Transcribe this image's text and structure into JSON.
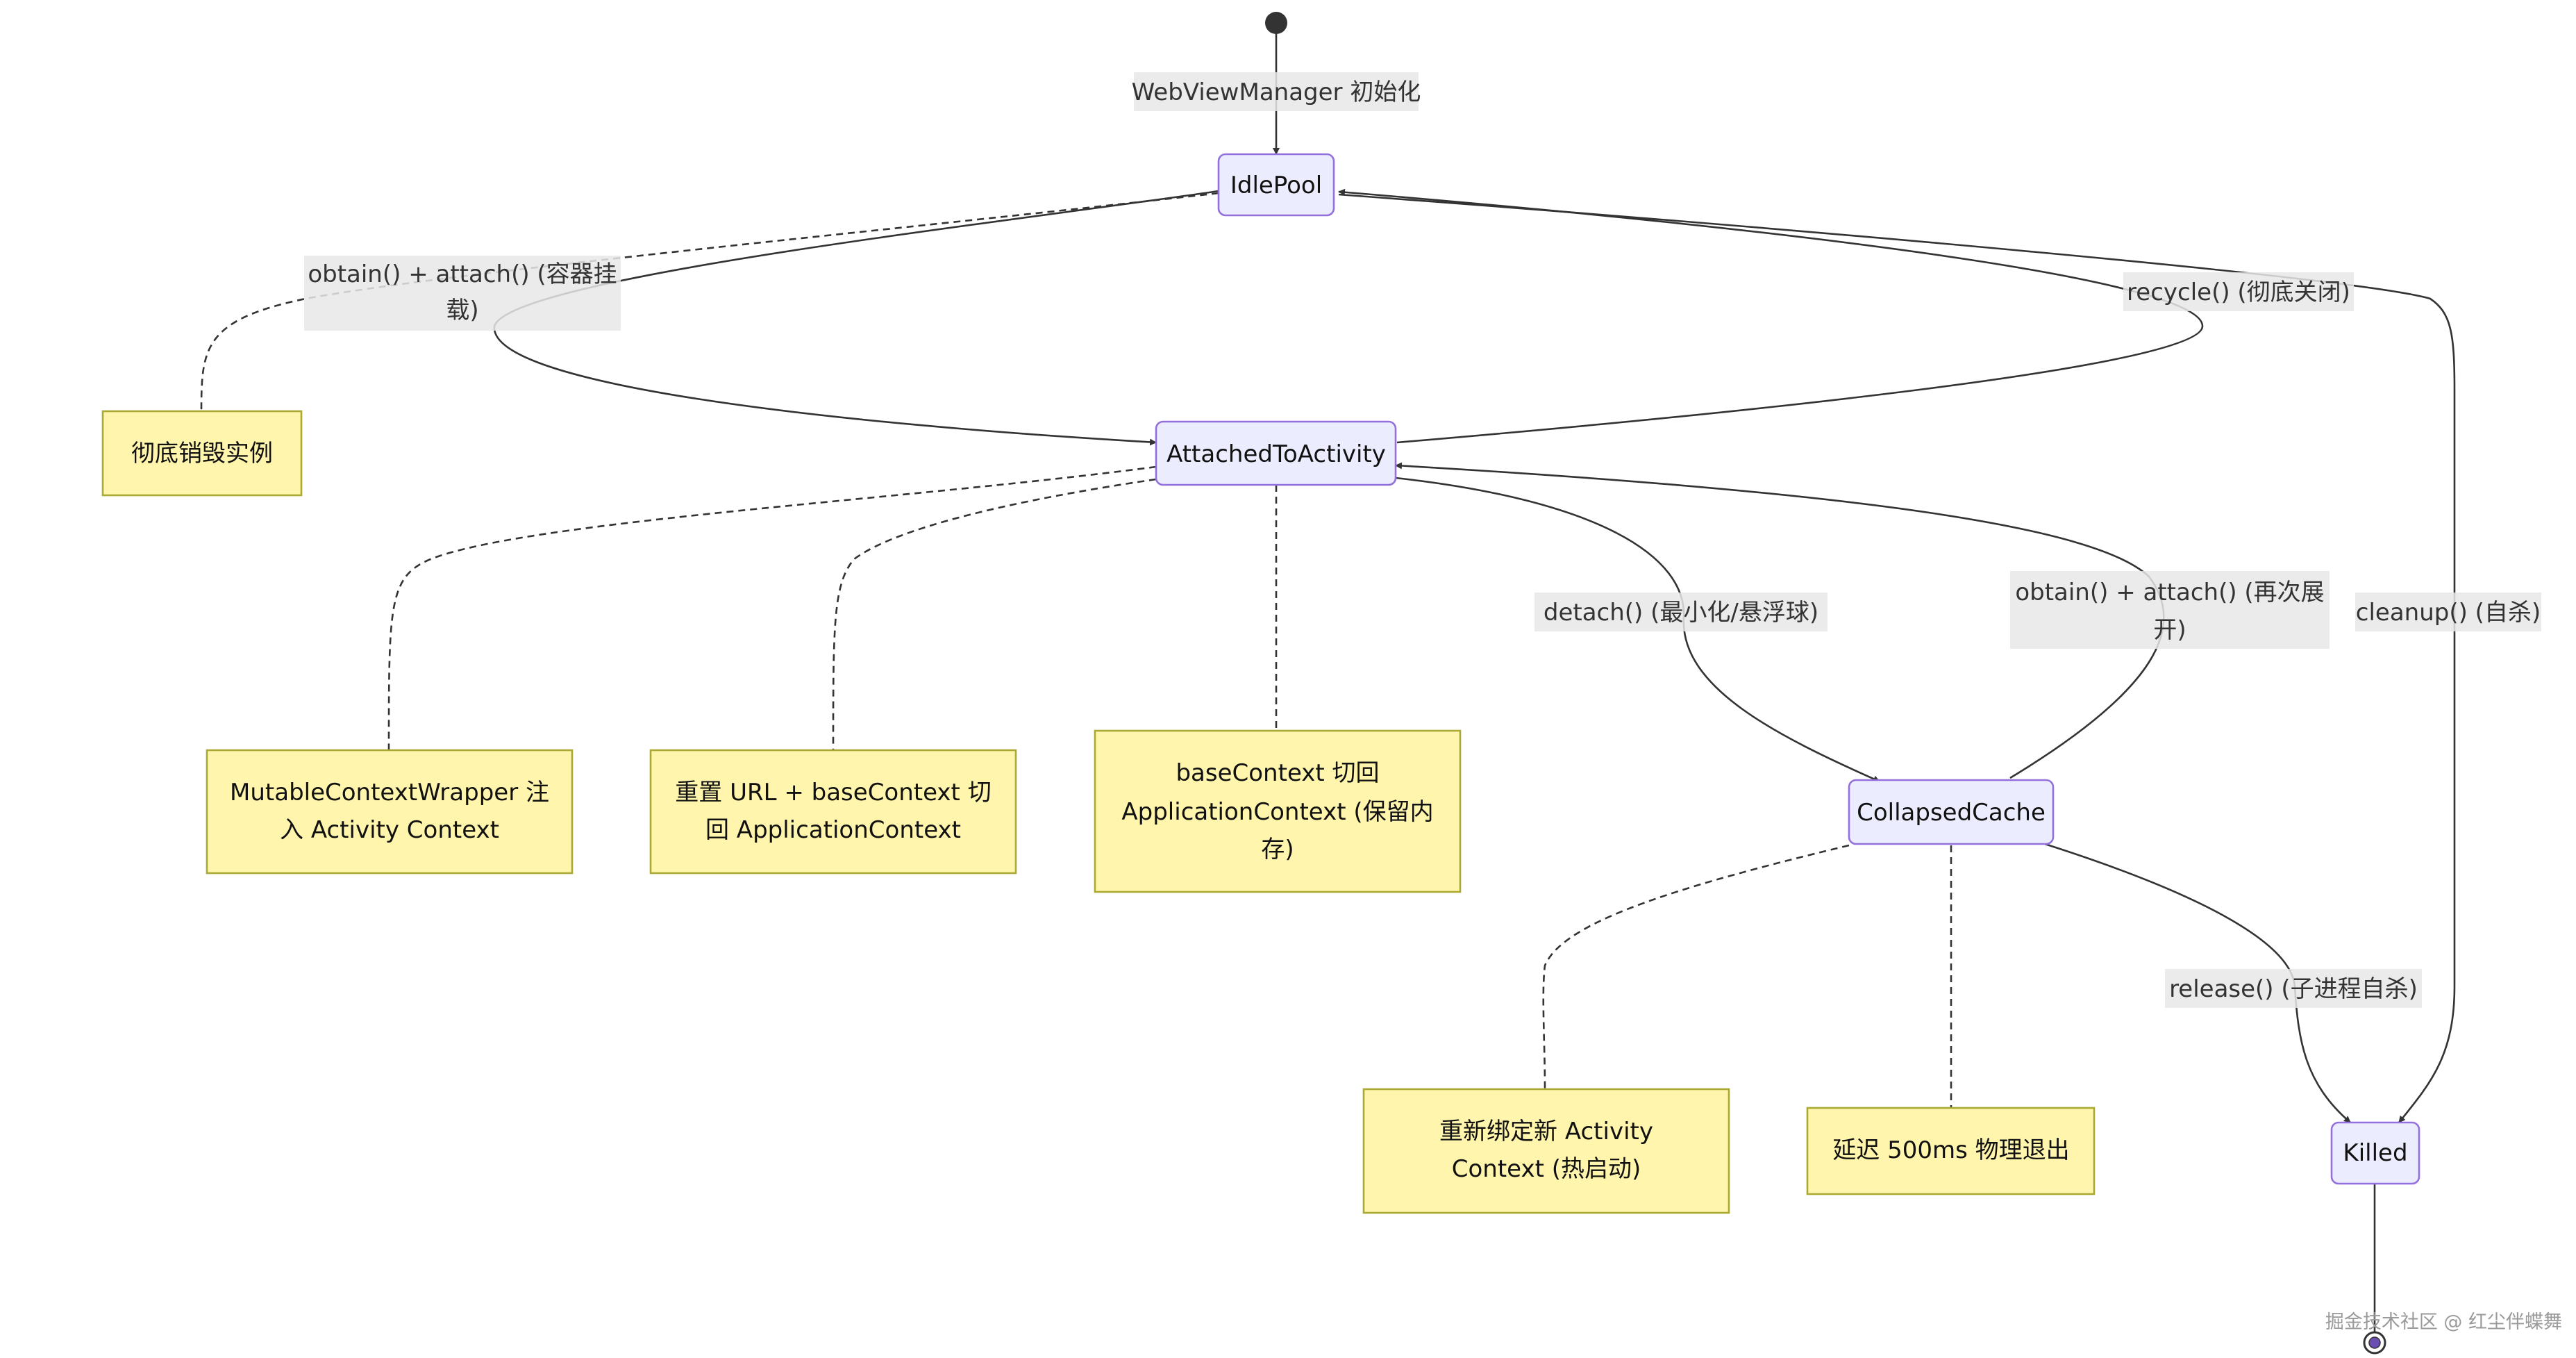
{
  "states": {
    "idle_pool": "IdlePool",
    "attached": "AttachedToActivity",
    "collapsed": "CollapsedCache",
    "killed": "Killed"
  },
  "transitions": {
    "init": "WebViewManager 初始化",
    "obtain_attach_l1": "obtain() + attach() (容器挂",
    "obtain_attach_l2": "载)",
    "recycle": "recycle() (彻底关闭)",
    "detach": "detach() (最小化/悬浮球)",
    "reattach_l1": "obtain() + attach() (再次展",
    "reattach_l2": "开)",
    "cleanup": "cleanup() (自杀)",
    "release": "release() (子进程自杀)"
  },
  "notes": {
    "destroy": "彻底销毁实例",
    "mutable_l1": "MutableContextWrapper 注",
    "mutable_l2": "入 Activity Context",
    "reset_l1": "重置 URL + baseContext 切",
    "reset_l2": "回 ApplicationContext",
    "base_l1": "baseContext 切回",
    "base_l2": "ApplicationContext (保留内",
    "base_l3": "存)",
    "rebind_l1": "重新绑定新 Activity",
    "rebind_l2": "Context (热启动)",
    "delay": "延迟 500ms 物理退出"
  },
  "watermark": "掘金技术社区 @ 红尘伴蝶舞",
  "colors": {
    "state_fill": "#ECECFF",
    "state_border": "#9370DB",
    "note_fill": "#FFF5AD",
    "note_border": "#AAAA33",
    "edge": "#333333"
  }
}
